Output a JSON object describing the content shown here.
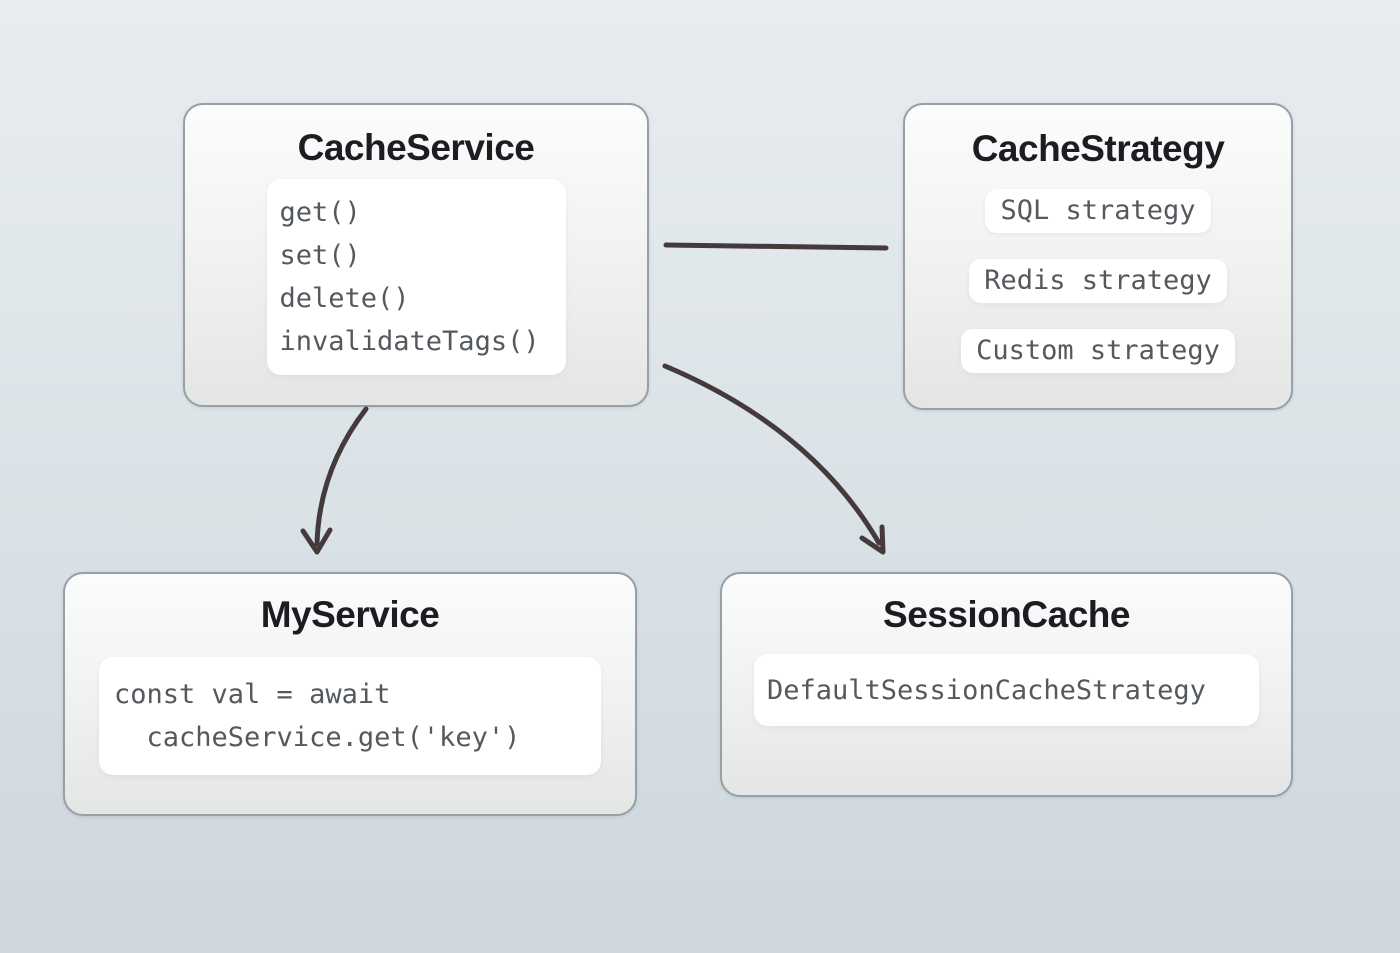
{
  "diagram": {
    "nodes": {
      "cache_service": {
        "title": "CacheService",
        "methods": [
          "get()",
          "set()",
          "delete()",
          "invalidateTags()"
        ]
      },
      "cache_strategy": {
        "title": "CacheStrategy",
        "strategies": [
          "SQL strategy",
          "Redis strategy",
          "Custom strategy"
        ]
      },
      "my_service": {
        "title": "MyService",
        "code_lines": [
          "const val = await",
          "  cacheService.get('key')"
        ]
      },
      "session_cache": {
        "title": "SessionCache",
        "value": "DefaultSessionCacheStrategy"
      }
    },
    "edges": [
      {
        "from": "CacheService",
        "to": "CacheStrategy",
        "type": "plain-line"
      },
      {
        "from": "CacheService",
        "to": "MyService",
        "type": "curved-arrow"
      },
      {
        "from": "CacheService",
        "to": "SessionCache",
        "type": "curved-arrow"
      }
    ],
    "colors": {
      "background_top": "#e7ecf0",
      "background_bottom": "#cdd7dd",
      "node_border": "#96a0a6",
      "node_fill_top": "#fbfcfc",
      "node_fill_bottom": "#e4e6e6",
      "panel_fill": "#ffffff",
      "title_text": "#1b1d23",
      "code_text": "#54595e",
      "arrow": "#44393b"
    }
  }
}
